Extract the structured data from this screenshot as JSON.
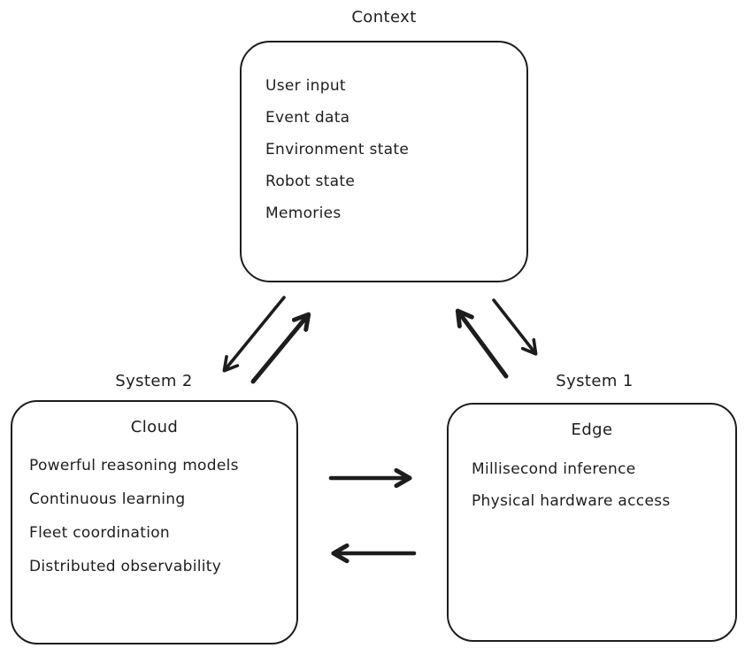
{
  "diagram": {
    "context": {
      "label": "Context",
      "items": [
        "User input",
        "Event data",
        "Environment state",
        "Robot state",
        "Memories"
      ]
    },
    "system2": {
      "label": "System 2",
      "title": "Cloud",
      "items": [
        "Powerful reasoning models",
        "Continuous learning",
        "Fleet coordination",
        "Distributed observability"
      ]
    },
    "system1": {
      "label": "System 1",
      "title": "Edge",
      "items": [
        "Millisecond inference",
        "Physical hardware access"
      ]
    },
    "arrows": [
      {
        "name": "context-to-system2",
        "from": "Context",
        "to": "System 2"
      },
      {
        "name": "system2-to-context",
        "from": "System 2",
        "to": "Context"
      },
      {
        "name": "system1-to-context",
        "from": "System 1",
        "to": "Context"
      },
      {
        "name": "context-to-system1",
        "from": "Context",
        "to": "System 1"
      },
      {
        "name": "system2-to-system1",
        "from": "System 2",
        "to": "System 1"
      },
      {
        "name": "system1-to-system2",
        "from": "System 1",
        "to": "System 2"
      }
    ],
    "colors": {
      "stroke": "#1d1d1d",
      "background": "#ffffff"
    }
  }
}
